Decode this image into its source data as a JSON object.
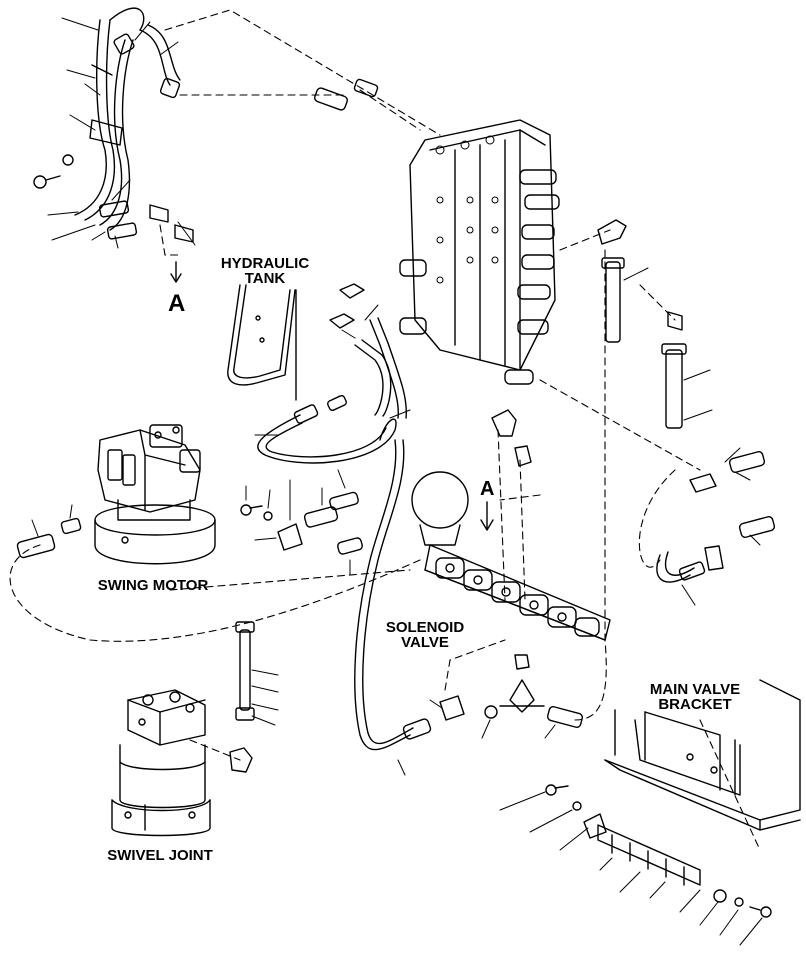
{
  "labels": {
    "hydraulic_tank": [
      "HYDRAULIC",
      "TANK"
    ],
    "swing_motor": "SWING MOTOR",
    "solenoid_valve": [
      "SOLENOID",
      "VALVE"
    ],
    "main_valve_bracket": [
      "MAIN VALVE",
      "BRACKET"
    ],
    "swivel_joint": "SWIVEL JOINT",
    "view_callout": "A",
    "view_callout_2": "A"
  },
  "colors": {
    "line": "#000000",
    "background": "#ffffff"
  }
}
